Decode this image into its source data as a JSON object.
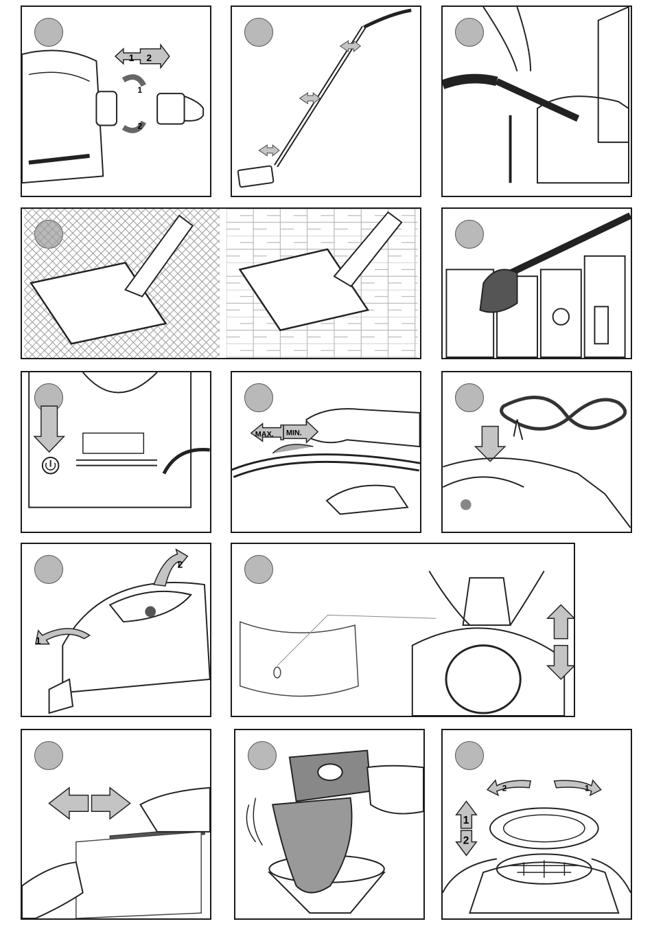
{
  "labels": {
    "one": "1",
    "two": "2",
    "max": "MAX.",
    "min": "MIN."
  },
  "colors": {
    "circle": "#b9b9b9",
    "arrow": "#c4c4c4",
    "line": "#1a1a1a"
  },
  "icons": [
    "power-button-icon",
    "rotate-arrow-icon",
    "double-arrow-icon"
  ]
}
